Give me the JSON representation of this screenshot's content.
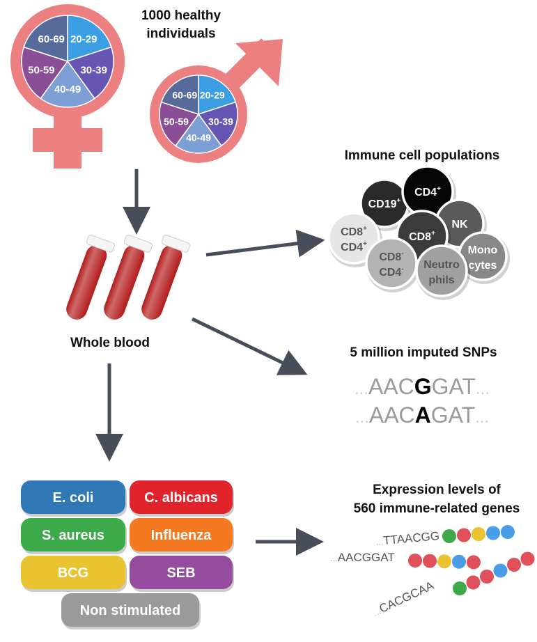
{
  "cohort": {
    "title_line1": "1000 healthy",
    "title_line2": "individuals",
    "age_groups": [
      "20-29",
      "30-39",
      "40-49",
      "50-59",
      "60-69"
    ],
    "age_colors": [
      "#3b9ee3",
      "#6755b4",
      "#7d9fd6",
      "#8a4e97",
      "#566b99"
    ]
  },
  "colors": {
    "gender_symbol": "#ec8080",
    "arrow": "#474e5a",
    "blood": "#b31a1a"
  },
  "blood": {
    "label": "Whole blood"
  },
  "cells": {
    "title": "Immune cell populations",
    "nodes": [
      {
        "id": "cd19",
        "line1": "CD19",
        "sup1": "+"
      },
      {
        "id": "cd4",
        "line1": "CD4",
        "sup1": "+"
      },
      {
        "id": "cd8cd4",
        "line1": "CD8",
        "sup1": "+",
        "line2": "CD4",
        "sup2": "+"
      },
      {
        "id": "cd8",
        "line1": "CD8",
        "sup1": "+"
      },
      {
        "id": "nk",
        "line1": "NK"
      },
      {
        "id": "cd8neg",
        "line1": "CD8",
        "sup1": "-",
        "line2": "CD4",
        "sup2": "-"
      },
      {
        "id": "neutro",
        "line1": "Neutro",
        "line2": "phils"
      },
      {
        "id": "mono",
        "line1": "Mono",
        "line2": "cytes"
      }
    ]
  },
  "snps": {
    "title": "5 million imputed SNPs",
    "seq1": {
      "dots_left": "...",
      "pre": "AAC",
      "allele": "G",
      "post": "GAT",
      "dots_right": "..."
    },
    "seq2": {
      "dots_left": "...",
      "pre": "AAC",
      "allele": "A",
      "post": "GAT",
      "dots_right": "..."
    }
  },
  "stimuli": {
    "buttons": [
      {
        "label": "E. coli",
        "color": "#2f78b5"
      },
      {
        "label": "C. albicans",
        "color": "#e1242c"
      },
      {
        "label": "S. aureus",
        "color": "#3caa48"
      },
      {
        "label": "Influenza",
        "color": "#f47920"
      },
      {
        "label": "BCG",
        "color": "#e9c330"
      },
      {
        "label": "SEB",
        "color": "#954c9e"
      },
      {
        "label": "Non stimulated",
        "color": "#9a9a9a"
      }
    ]
  },
  "expression": {
    "title_line1": "Expression levels of",
    "title_line2": "560 immune-related genes",
    "strands": [
      {
        "dots": "...",
        "seq": "TTAACGG",
        "beads": [
          "#3caa48",
          "#e0505a",
          "#e9c330",
          "#4a9ee8",
          "#4a9ee8"
        ]
      },
      {
        "dots": "...",
        "seq": "AACGGAT",
        "beads": [
          "#e0505a",
          "#e0505a",
          "#e9c330",
          "#4a9ee8",
          "#e0505a"
        ]
      },
      {
        "dots": "...",
        "seq": "CACGCAA",
        "beads": [
          "#3caa48",
          "#e0505a",
          "#e0505a",
          "#4a9ee8",
          "#e0505a",
          "#e0505a"
        ]
      }
    ]
  }
}
